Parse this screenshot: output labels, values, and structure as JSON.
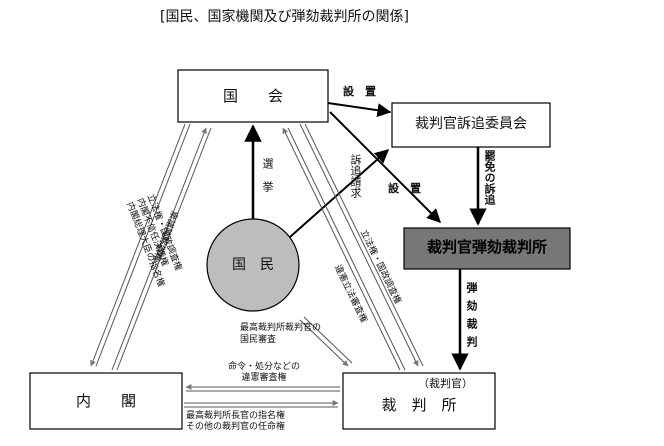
{
  "title": "[国民、国家機関及び弾劾裁判所の関係]",
  "nodes": {
    "kokkai": "国　　会",
    "sotsui": "裁判官訴追委員会",
    "dangai": "裁判官弾劾裁判所",
    "kokumin": "国　民",
    "naikaku": "内　　閣",
    "saibansho": "裁　判　所",
    "saibankan": "（裁判官）"
  },
  "labels": {
    "secchi_top": "設　置",
    "secchi_mid": "設　置",
    "himen": "罷免の訴追",
    "dangai_saiban": "弾劾裁判",
    "senkyo": "選挙",
    "sotsui_seikyu": "訴追請求",
    "left_outer": "立法権・国政調査権\n内閣不信任決議権\n内閣総理大臣の指名権",
    "left_inner": "衆議院解散権",
    "right_outer": "立法権・国政調査権",
    "right_inner": "違憲立法審査権",
    "kokumin_shinsa": "最高裁判所裁判官の\n国民審査",
    "meirei": "命令・処分などの\n違憲審査権",
    "shimei": "最高裁判所長官の指名権\nその他の裁判官の任命権"
  }
}
